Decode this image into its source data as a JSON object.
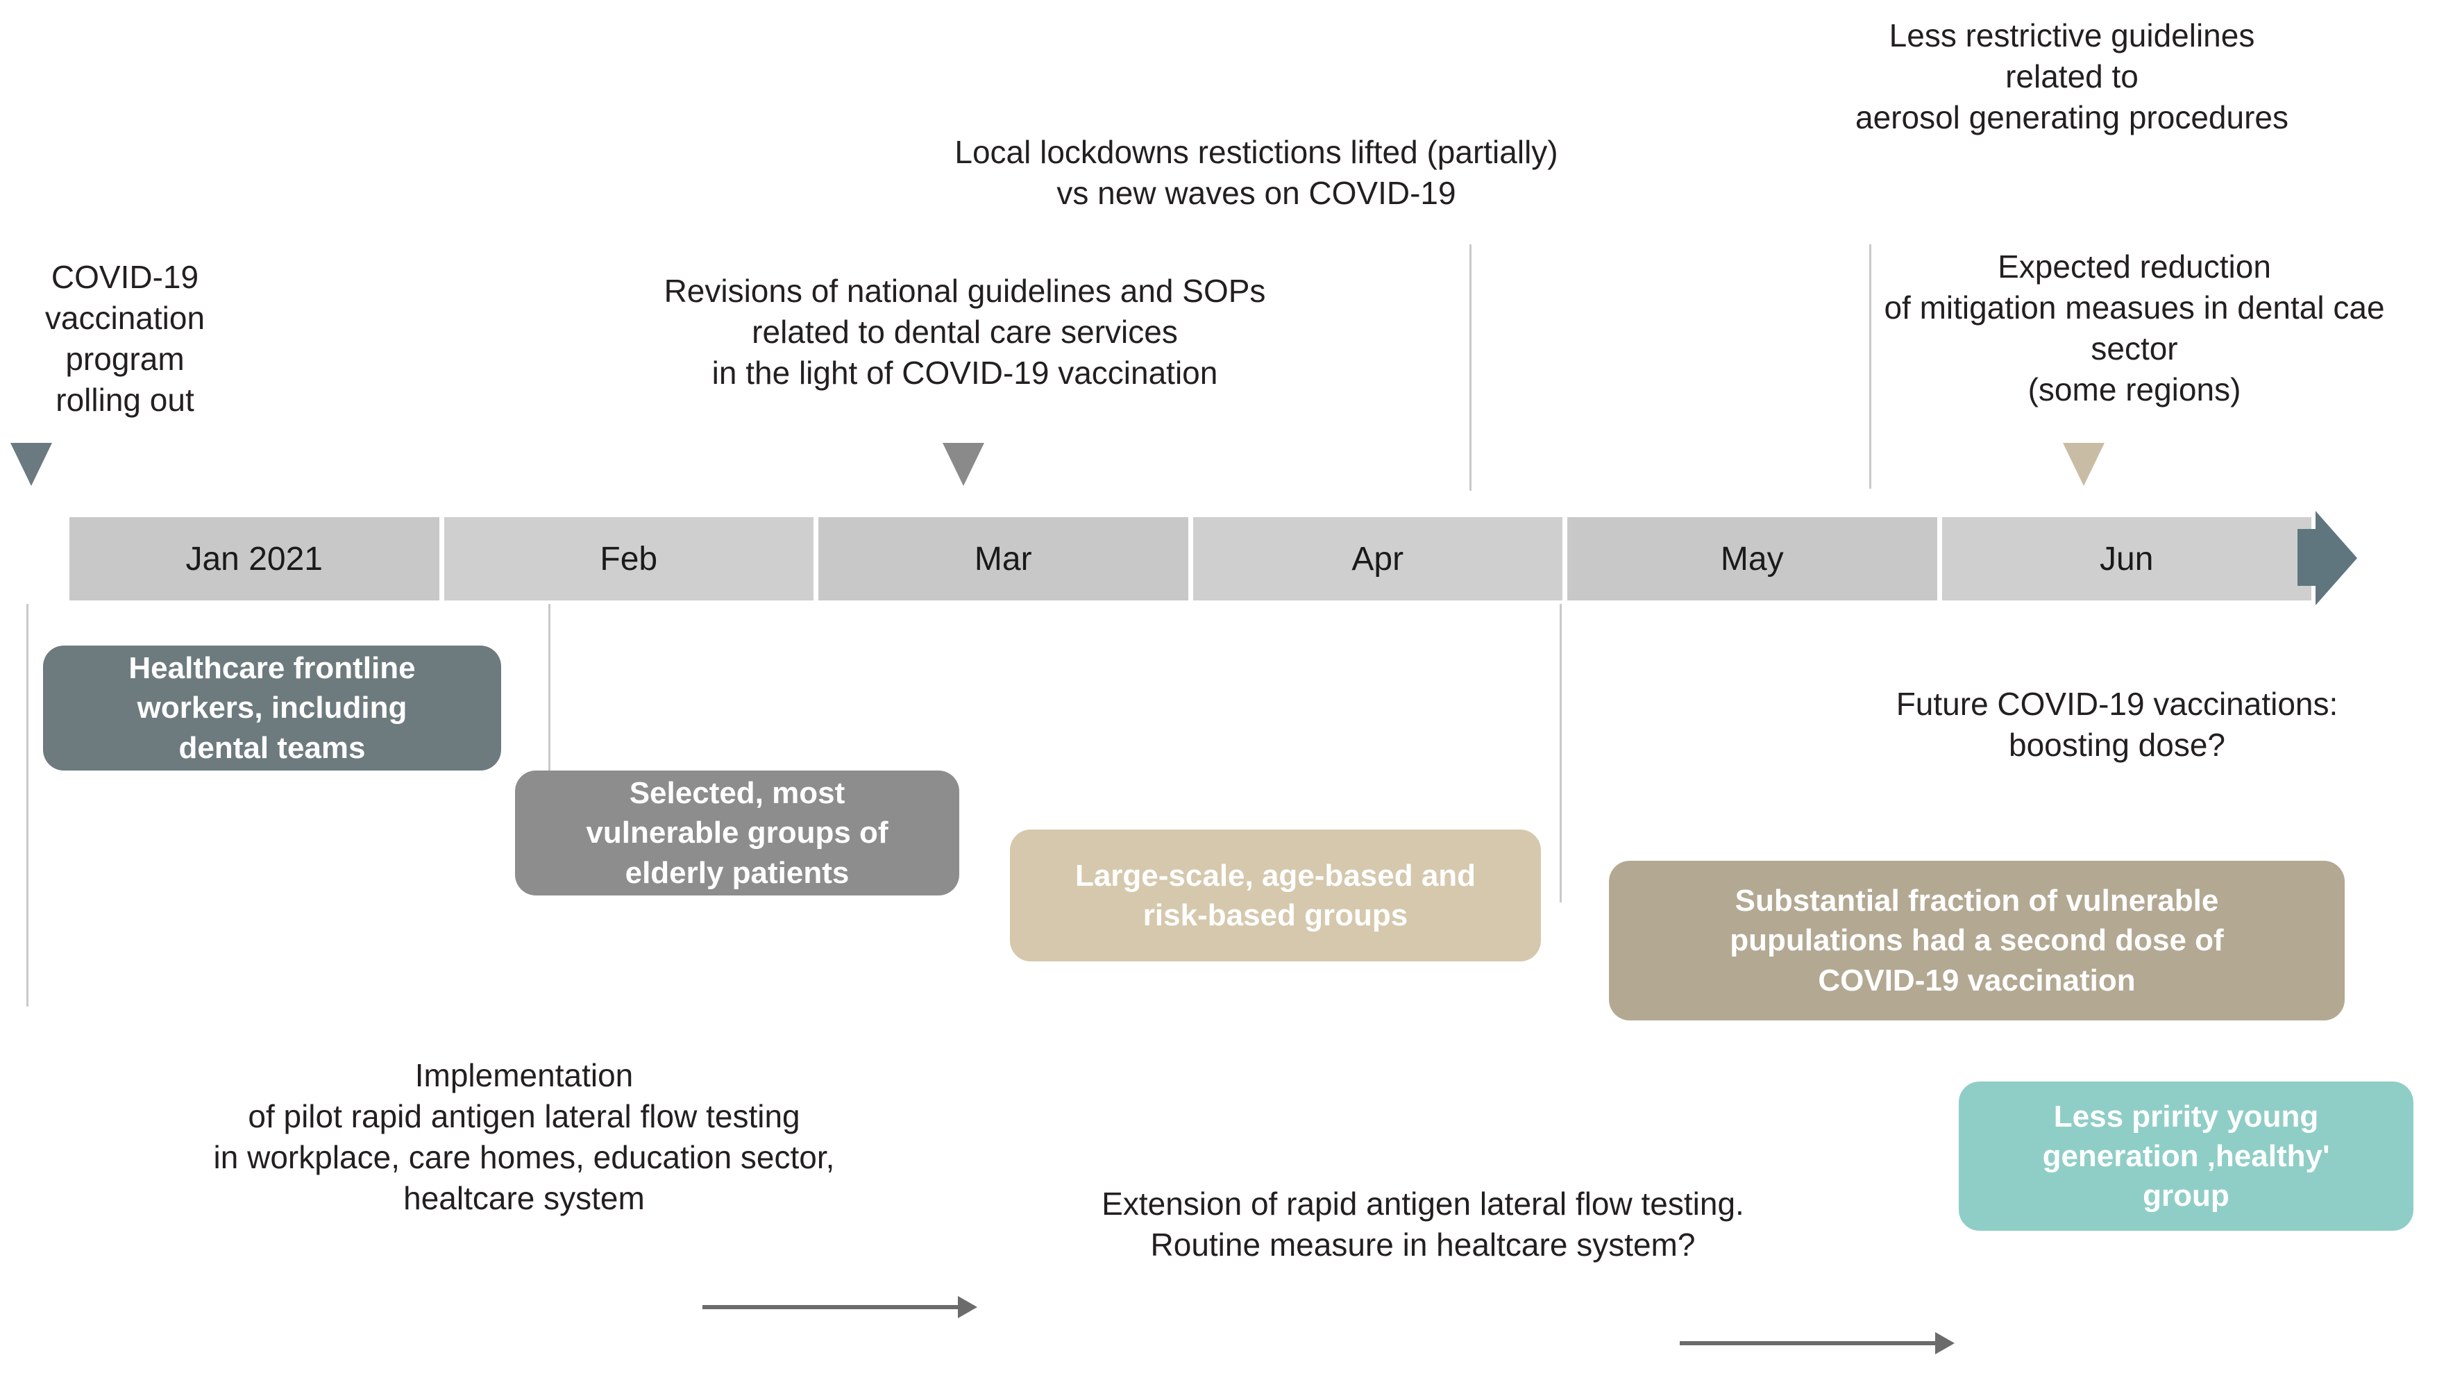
{
  "diagram": {
    "title": "COVID-19 vaccination timeline and dental care implications",
    "timeline": {
      "months": [
        {
          "label": "Jan 2021"
        },
        {
          "label": "Feb"
        },
        {
          "label": "Mar"
        },
        {
          "label": "Apr"
        },
        {
          "label": "May"
        },
        {
          "label": "Jun"
        }
      ],
      "bar_color": "#c8c8c8",
      "arrow_color": "#60767e"
    },
    "markers": [
      {
        "name": "marker-jan",
        "color": "#6b7a80"
      },
      {
        "name": "marker-mar",
        "color": "#8a8a8a"
      },
      {
        "name": "marker-jun",
        "color": "#c9bca4"
      }
    ],
    "top_notes": [
      {
        "id": "note-vaccination-rollout",
        "text": "COVID-19\nvaccination\nprogram\nrolling out"
      },
      {
        "id": "note-revisions-guidelines",
        "text": "Revisions of national guidelines and SOPs\nrelated to dental care services\nin the light of COVID-19 vaccination"
      },
      {
        "id": "note-local-lockdowns",
        "text": "Local lockdowns restictions  lifted (partially)\nvs new waves on COVID-19"
      },
      {
        "id": "note-less-restrictive",
        "text": "Less restrictive  guidelines\nrelated to\naerosol generating procedures"
      },
      {
        "id": "note-expected-reduction",
        "text": "Expected reduction\nof mitigation measues in dental cae\nsector\n(some regions)"
      }
    ],
    "group_boxes": [
      {
        "id": "box-healthcare-frontline",
        "text": "Healthcare frontline\nworkers, including\ndental teams",
        "color": "#6d7b7e"
      },
      {
        "id": "box-selected-vulnerable",
        "text": "Selected, most\nvulnerable groups of\nelderly patients",
        "color": "#8d8d8d"
      },
      {
        "id": "box-large-scale",
        "text": "Large-scale, age-based and\nrisk-based groups",
        "color": "#d5c8ad"
      },
      {
        "id": "box-substantial-fraction",
        "text": "Substantial fraction of vulnerable\npupulations had a second dose of\nCOVID-19 vaccination",
        "color": "#b3a892"
      },
      {
        "id": "box-less-priority-young",
        "text": "Less pririty young\ngeneration ‚healthy'\ngroup",
        "color": "#8fcec6"
      }
    ],
    "bottom_notes": [
      {
        "id": "note-future-vaccinations",
        "text": "Future COVID-19 vaccinations:\nboosting dose?"
      },
      {
        "id": "note-implementation-pilot",
        "text": "Implementation\nof pilot rapid antigen lateral flow testing\nin workplace, care homes, education sector,\nhealtcare system"
      },
      {
        "id": "note-extension-rapid",
        "text": "Extension of rapid antigen lateral flow testing.\nRoutine measure in healtcare system?"
      }
    ]
  }
}
